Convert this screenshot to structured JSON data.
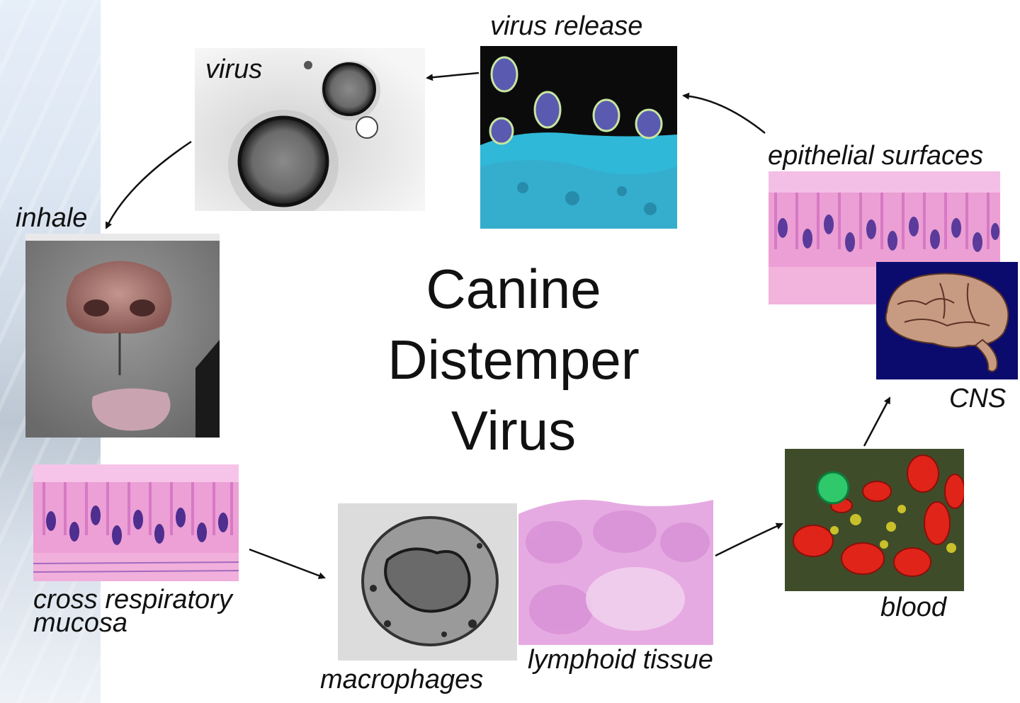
{
  "title": {
    "line1": "Canine",
    "line2": "Distemper",
    "line3": "Virus"
  },
  "stages": {
    "virus": "virus",
    "virus_release": "virus release",
    "epithelial_surfaces": "epithelial surfaces",
    "cns": "CNS",
    "blood": "blood",
    "lymphoid_tissue": "lymphoid tissue",
    "macrophages": "macrophages",
    "respiratory_line1": "cross respiratory",
    "respiratory_line2": "mucosa",
    "inhale": "inhale"
  },
  "colors": {
    "histology_pink": "#e89ad0",
    "nuclei_purple": "#5a3a9a",
    "cyan_cells": "#2fb8d8",
    "brain_bg": "#0a0a6a",
    "blood_red": "#e0241a"
  }
}
